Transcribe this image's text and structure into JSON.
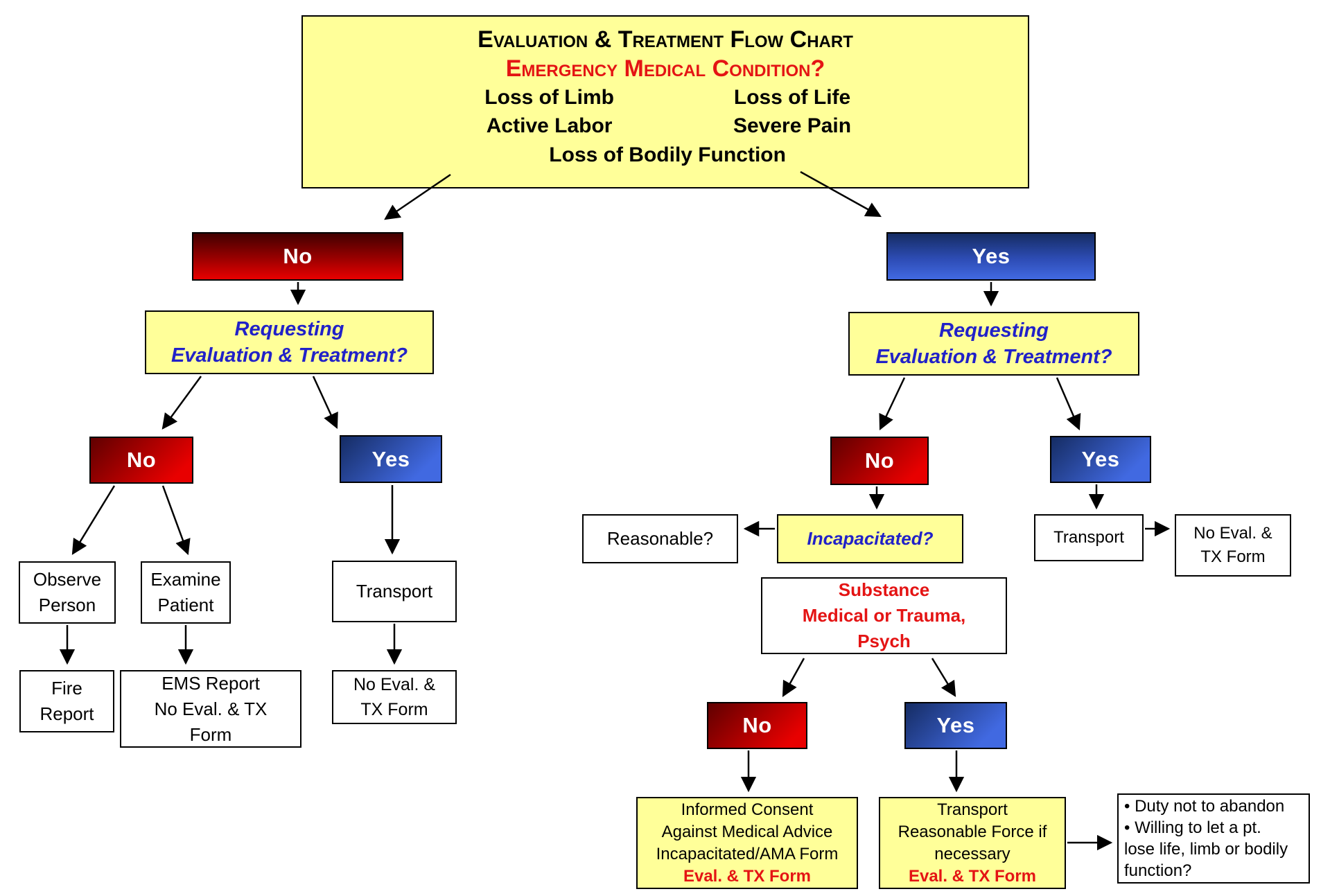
{
  "colors": {
    "box-yellow": "#ffff99",
    "red-darkest": "#420000",
    "red-mid": "#9b0000",
    "red-bright": "#e80000",
    "red-dark": "#600000",
    "blue-darkest": "#152c63",
    "blue-mid": "#2d4cb4",
    "blue-bright": "#4169e1",
    "text-blue": "#2121c8",
    "text-red": "#e41414"
  },
  "title_box": {
    "line1": "Evaluation & Treatment Flow Chart",
    "line2": "Emergency Medical Condition?",
    "col_left": [
      "Loss of Limb",
      "Active Labor"
    ],
    "col_right": [
      "Loss of Life",
      "Severe Pain"
    ],
    "bottom_item": "Loss of Bodily Function"
  },
  "nodes": {
    "emc_no": "No",
    "emc_yes": "Yes",
    "requesting_left": "Requesting\nEvaluation & Treatment?",
    "requesting_right": "Requesting\nEvaluation & Treatment?",
    "req_left_no": "No",
    "req_left_yes": "Yes",
    "req_right_no": "No",
    "req_right_yes": "Yes",
    "observe": "Observe\nPerson",
    "examine": "Examine\nPatient",
    "transport_left": "Transport",
    "fire_report": "Fire\nReport",
    "ems_report": "EMS Report\nNo Eval. & TX\nForm",
    "no_eval_left": "No Eval. &\nTX Form",
    "reasonable": "Reasonable?",
    "incapacitated": "Incapacitated?",
    "transport_right": "Transport",
    "no_eval_right": "No Eval. &\nTX Form",
    "substance": "Substance\nMedical or Trauma,\nPsych",
    "substance_no": "No",
    "substance_yes": "Yes",
    "informed_main": "Informed Consent\nAgainst Medical Advice\nIncapacitated/AMA Form",
    "informed_form": "Eval. & TX Form",
    "force_main": "Transport\nReasonable Force if\nnecessary",
    "force_form": "Eval. & TX Form",
    "notes": "•  Duty not to abandon\n•  Willing to let a pt.\nlose life, limb or bodily\nfunction?"
  }
}
